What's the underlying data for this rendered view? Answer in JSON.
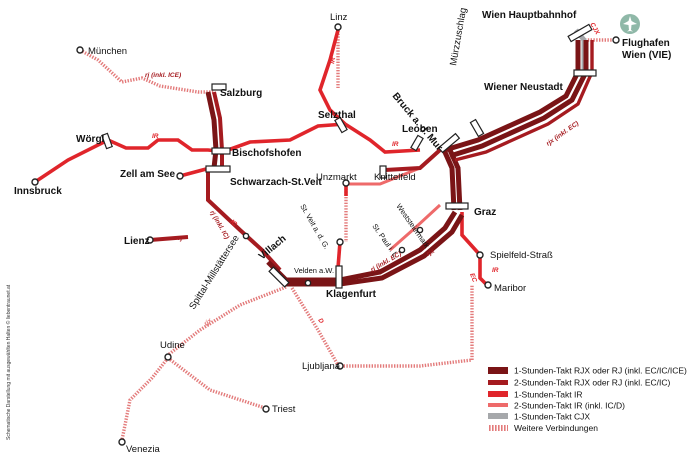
{
  "colors": {
    "dark": "#7a1416",
    "medium": "#a51b20",
    "bright": "#e0252b",
    "light": "#ee6a6a",
    "grey": "#a6a8ab",
    "dotted": "#e37b7b",
    "airport": "#8fb8a8"
  },
  "cities": {
    "wien": "Wien Hauptbahnhof",
    "flughafen_1": "Flughafen",
    "flughafen_2": "Wien (VIE)",
    "linz": "Linz",
    "muenchen": "München",
    "salzburg": "Salzburg",
    "wiener_neustadt": "Wiener Neustadt",
    "muerzzuschlag": "Mürzzuschlag",
    "bruck": "Bruck a. d. Mur",
    "leoben": "Leoben",
    "selzthal": "Selzthal",
    "bischofshofen": "Bischofshofen",
    "woergl": "Wörgl",
    "innsbruck": "Innsbruck",
    "zell_am_see": "Zell am See",
    "schwarzach": "Schwarzach-St.Veit",
    "unzmarkt": "Unzmarkt",
    "knittelfeld": "Knittelfeld",
    "graz": "Graz",
    "st_veit": "St. Veit a. d. G.",
    "weststeiermark": "Weststeiermark",
    "st_paul": "St. Paul i. L.",
    "spielfeld": "Spielfeld-Straß",
    "lienz": "Lienz",
    "villach": "Villach",
    "velden": "Velden a.W.",
    "klagenfurt": "Klagenfurt",
    "spittal": "Spittal-Millstättersee",
    "maribor": "Maribor",
    "udine": "Udine",
    "ljubljana": "Ljubljana",
    "triest": "Triest",
    "venezia": "Venezia"
  },
  "tags": {
    "rj_inkl_ice": "rj (inkl. ICE)",
    "ir": "IR",
    "rj": "rj",
    "rj_inkl_ec": "rj (inkl. EC)",
    "rjx_inkl_ec": "rjx (inkl. EC)",
    "rjx": "rjx",
    "rj_inkl_ic": "rj (inkl. IC)",
    "ic": "IC",
    "ec": "EC",
    "d": "D",
    "cjx": "CJX"
  },
  "legend": [
    {
      "label": "1-Stunden-Takt RJX oder RJ (inkl. EC/IC/ICE)",
      "style": "dark"
    },
    {
      "label": "2-Stunden-Takt RJX oder RJ (inkl. EC/IC)",
      "style": "medium"
    },
    {
      "label": "1-Stunden-Takt IR",
      "style": "bright"
    },
    {
      "label": "2-Stunden-Takt IR (inkl. IC/D)",
      "style": "light"
    },
    {
      "label": "1-Stunden-Takt CJX",
      "style": "grey"
    },
    {
      "label": "Weitere Verbindungen",
      "style": "dotted"
    }
  ],
  "side_note": "Schematische Darstellung mit ausgewählten Halten © liebentraunet.at"
}
